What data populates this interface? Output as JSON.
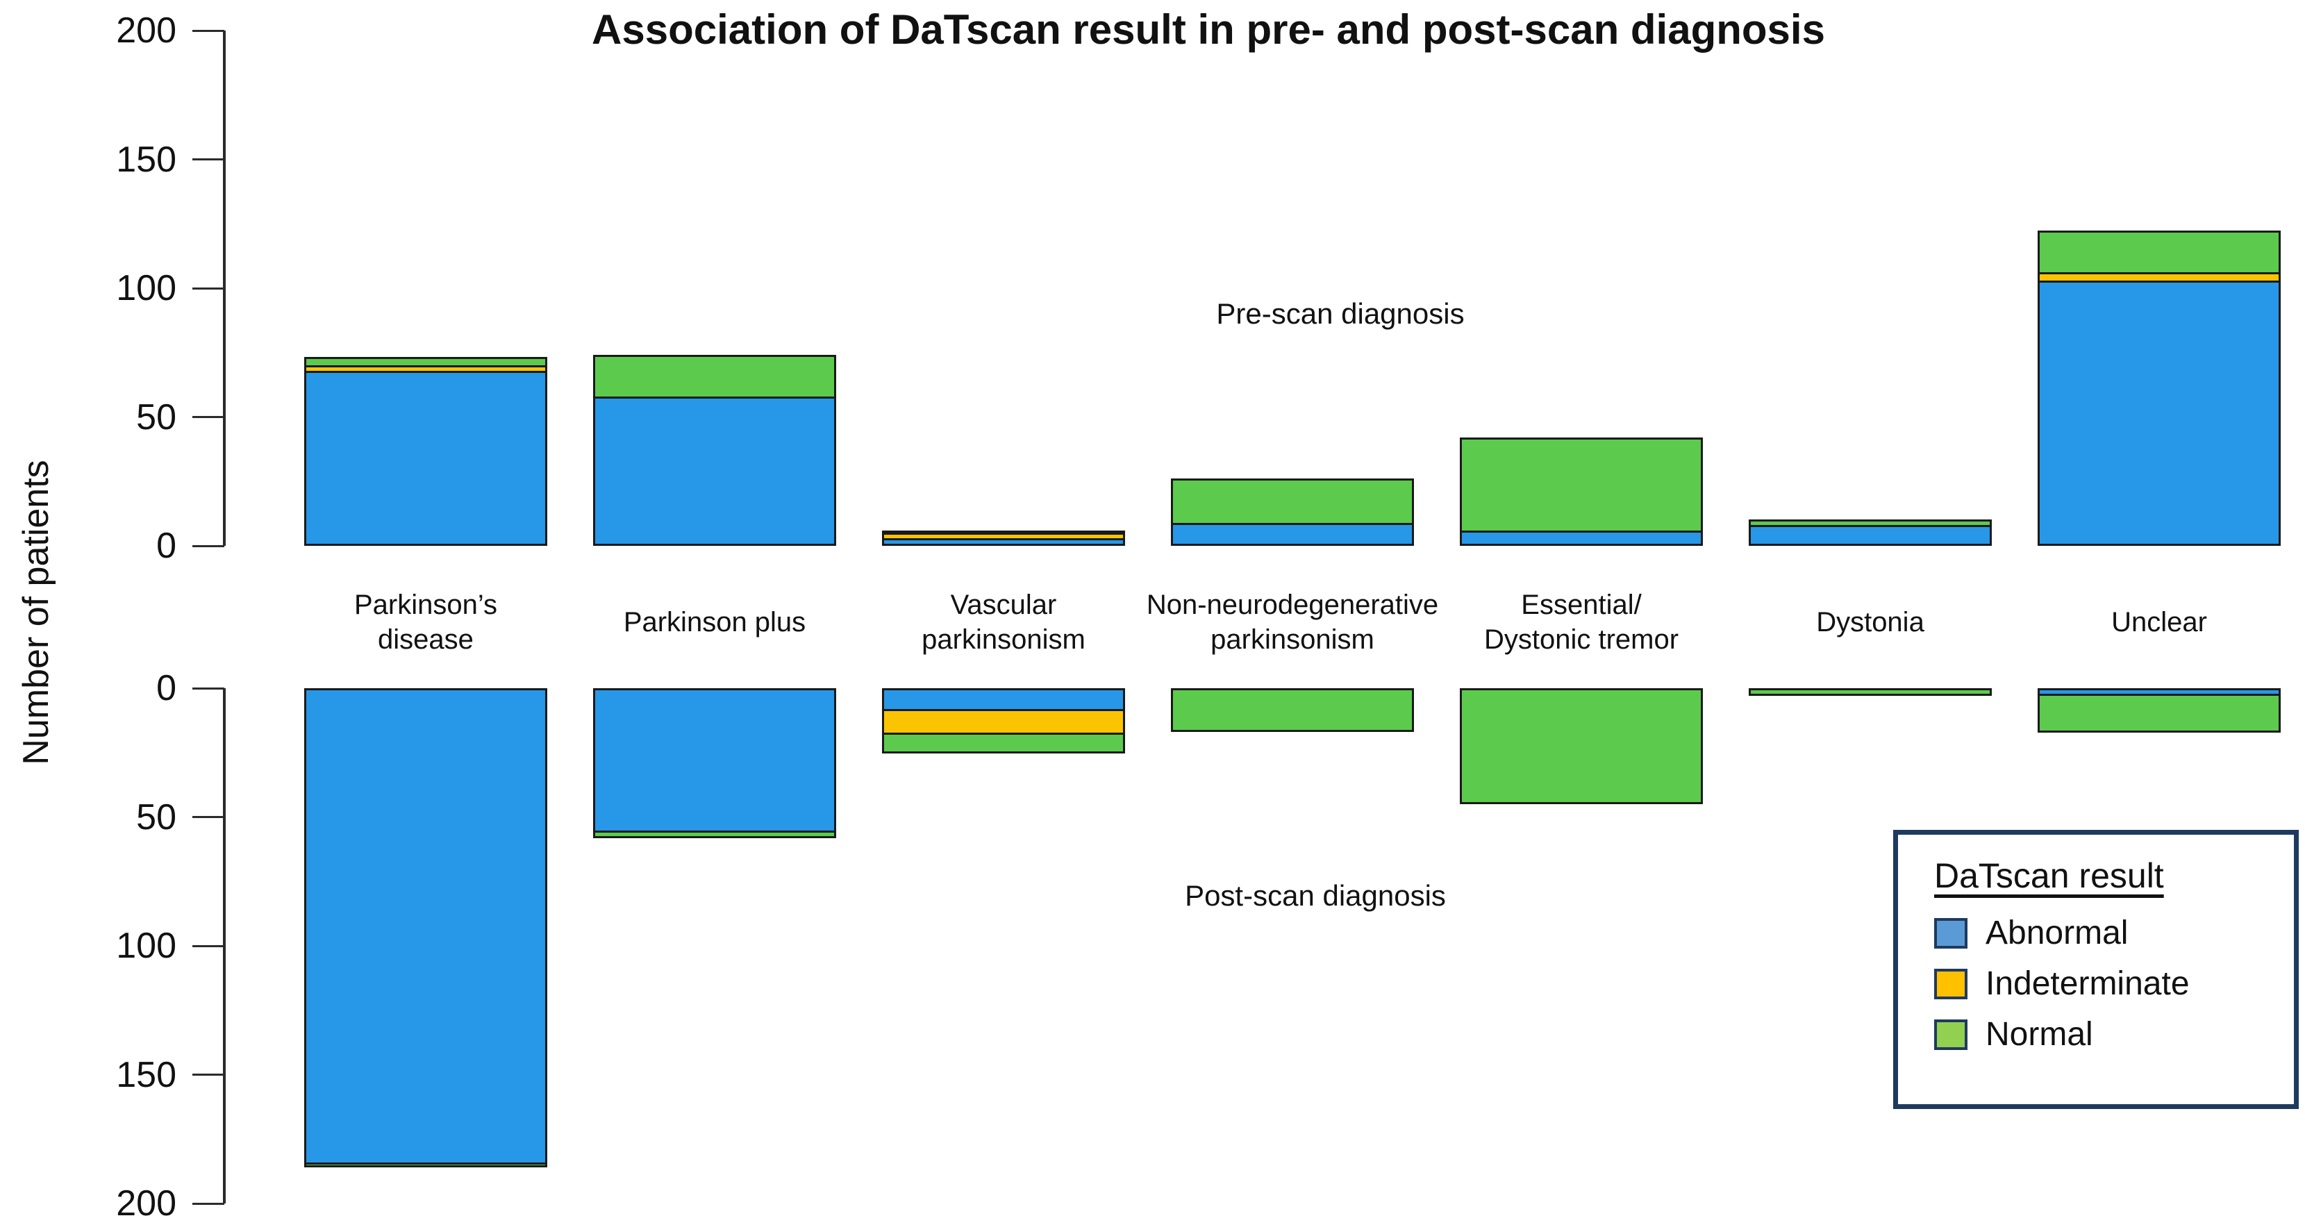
{
  "title": "Association of DaTscan result in pre- and post-scan diagnosis",
  "chart_data": {
    "type": "bar",
    "stacked": true,
    "title": "Association of DaTscan result in pre- and post-scan diagnosis",
    "ylabel": "Number of patients",
    "axis": {
      "ticks": [
        0,
        50,
        100,
        150,
        200
      ],
      "max": 200,
      "grid": false
    },
    "categories": [
      "Parkinson’s\ndisease",
      "Parkinson plus",
      "Vascular\nparkinsonism",
      "Non-neurodegenerative\nparkinsonism",
      "Essential/\nDystonic tremor",
      "Dystonia",
      "Unclear"
    ],
    "colors": {
      "Abnormal": "#2797E8",
      "Indeterminate": "#FAC402",
      "Normal": "#5CCB4D"
    },
    "panels": [
      {
        "id": "pre",
        "label": "Pre-scan diagnosis",
        "direction": "up",
        "series": [
          {
            "name": "Abnormal",
            "values": [
              68,
              58,
              3,
              9,
              6,
              8,
              103
            ]
          },
          {
            "name": "Indeterminate",
            "values": [
              3,
              0,
              3,
              0,
              0,
              0,
              4
            ]
          },
          {
            "name": "Normal",
            "values": [
              4,
              17,
              1,
              18,
              37,
              3,
              17
            ]
          }
        ]
      },
      {
        "id": "post",
        "label": "Post-scan diagnosis",
        "direction": "down",
        "series": [
          {
            "name": "Abnormal",
            "values": [
              185,
              56,
              9,
              0,
              0,
              0,
              3
            ]
          },
          {
            "name": "Indeterminate",
            "values": [
              0,
              0,
              10,
              0,
              0,
              0,
              0
            ]
          },
          {
            "name": "Normal",
            "values": [
              2,
              3,
              8,
              17,
              45,
              3,
              15
            ]
          }
        ]
      }
    ]
  },
  "legend": {
    "title": "DaTscan result",
    "entries": [
      {
        "label": "Abnormal",
        "color": "#5B9BD5"
      },
      {
        "label": "Indeterminate",
        "color": "#FFC000"
      },
      {
        "label": "Normal",
        "color": "#92D050"
      }
    ]
  }
}
